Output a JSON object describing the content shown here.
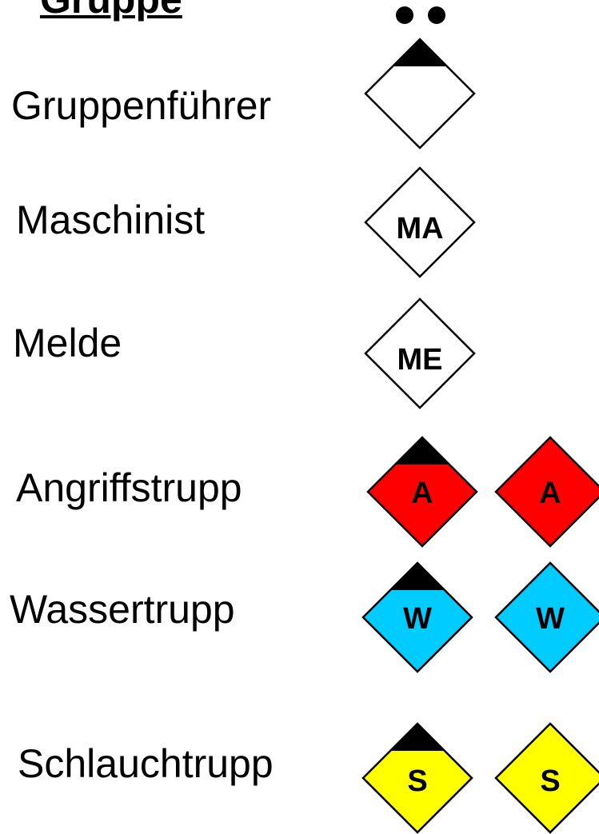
{
  "title": "Gruppe",
  "colors": {
    "outline": "#000000",
    "white": "#ffffff",
    "red": "#ff0000",
    "blue": "#00ccff",
    "yellow": "#ffff00"
  },
  "roles": [
    {
      "id": "gruppenfuehrer",
      "label": "Gruppenführer",
      "symbol_text": "",
      "fill": "#ffffff",
      "count": 1,
      "has_leader_marker": true
    },
    {
      "id": "maschinist",
      "label": "Maschinist",
      "symbol_text": "MA",
      "fill": "#ffffff",
      "count": 1,
      "has_leader_marker": false
    },
    {
      "id": "melder",
      "label": "Melde",
      "symbol_text": "ME",
      "fill": "#ffffff",
      "count": 1,
      "has_leader_marker": false
    },
    {
      "id": "angriffstrupp",
      "label": "Angriffstrupp",
      "symbol_text": "A",
      "fill": "#ff0000",
      "count": 2,
      "has_leader_marker": true
    },
    {
      "id": "wassertrupp",
      "label": "Wassertrupp",
      "symbol_text": "W",
      "fill": "#00ccff",
      "count": 2,
      "has_leader_marker": true
    },
    {
      "id": "schlauchtrupp",
      "label": "Schlauchtrupp",
      "symbol_text": "S",
      "fill": "#ffff00",
      "count": 2,
      "has_leader_marker": true
    }
  ]
}
